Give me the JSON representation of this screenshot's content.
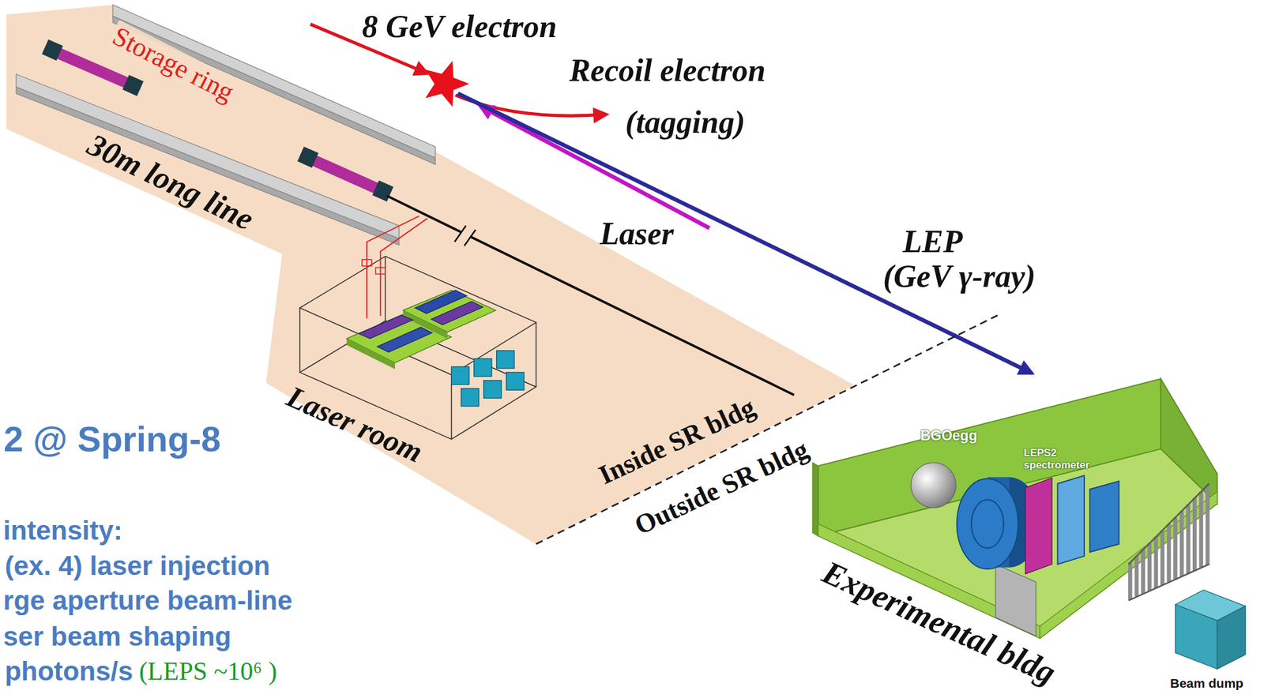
{
  "diagram": {
    "title": "2 @ Spring-8",
    "nodes": [
      {
        "text": [
          "Laser room"
        ]
      },
      {
        "text": [
          "Experimental bldg"
        ]
      },
      {
        "text": [
          "BGOegg"
        ],
        "in": 1
      },
      {
        "text": [
          "LEPS2 spectrometer"
        ],
        "in": 1
      },
      {
        "text": [
          "Beam dump"
        ]
      }
    ],
    "labels": [
      "Storage ring",
      "30m long line",
      "8 GeV electron",
      "Recoil electron",
      "(tagging)",
      "Laser",
      "LEP",
      "(GeV γ-ray)",
      "Inside SR bldg",
      "Outside SR bldg",
      "intensity:",
      "(ex. 4) laser injection",
      "rge aperture beam-line",
      "ser beam shaping",
      "photons/s",
      "(LEPS ~10⁶ )"
    ]
  }
}
